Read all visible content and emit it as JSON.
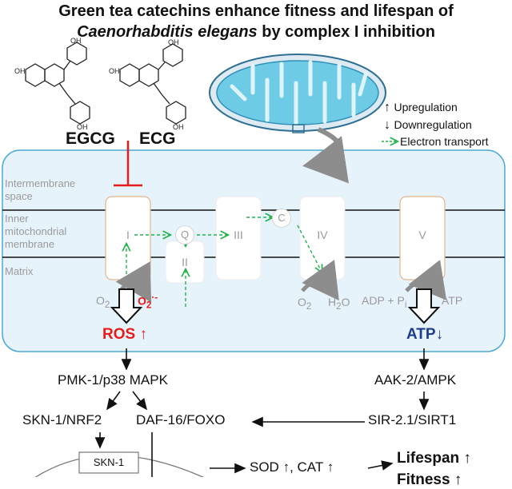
{
  "title": {
    "line1": "Green tea catechins enhance fitness and lifespan of",
    "line2_italic": "Caenorhabditis elegans",
    "line2_rest": " by complex I inhibition"
  },
  "molecules": {
    "egcg": "EGCG",
    "ecg": "ECG",
    "oh": "OH"
  },
  "legend": {
    "up_symbol": "↑",
    "up_label": "Upregulation",
    "down_symbol": "↓",
    "down_label": "Downregulation",
    "electron_symbol": "-->",
    "electron_label": "Electron transport"
  },
  "compartments": {
    "intermembrane_1": "Intermembrane",
    "intermembrane_2": "space",
    "inner_1": "Inner",
    "inner_2": "mitochondrial",
    "inner_3": "membrane",
    "matrix": "Matrix"
  },
  "complexes": {
    "c1": "I",
    "c2": "II",
    "c3": "III",
    "c4": "IV",
    "c5": "V",
    "q": "Q",
    "c": "C"
  },
  "chem": {
    "o2_a": "O",
    "o2_a_sub": "2",
    "o2_b": "O",
    "o2_b_sub": "2",
    "o2_b_sup": "·-",
    "o2_c": "O",
    "o2_c_sub": "2",
    "h2o_h": "H",
    "h2o_sub": "2",
    "h2o_o": "O",
    "adp": "ADP + P",
    "adp_sub": "i",
    "atp_small": "ATP"
  },
  "markers": {
    "ros": "ROS",
    "ros_arrow": "↑",
    "atp": "ATP",
    "atp_arrow": "↓"
  },
  "pathway": {
    "pmk": "PMK-1/p38 MAPK",
    "aak": "AAK-2/AMPK",
    "skn": "SKN-1/NRF2",
    "daf": "DAF-16/FOXO",
    "sir": "SIR-2.1/SIRT1",
    "skn_box": "SKN-1"
  },
  "outcomes": {
    "sod": "SOD",
    "cat": "CAT",
    "arrow": "↑",
    "lifespan": "Lifespan",
    "fitness": "Fitness"
  },
  "colors": {
    "mito_fill": "#e7f3fb",
    "mito_stroke": "#4aa9d6",
    "inhibit": "#e81a1a",
    "electron": "#22b14c"
  }
}
